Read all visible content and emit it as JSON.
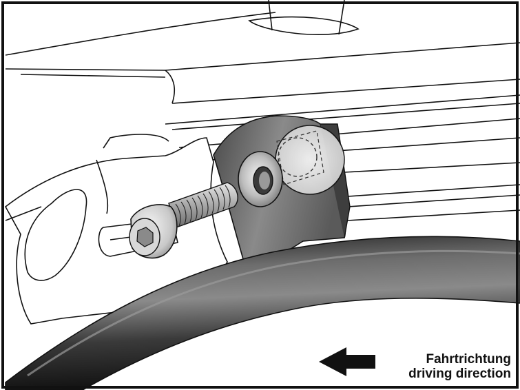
{
  "direction_label": {
    "german": "Fahrtrichtung",
    "english": "driving direction"
  },
  "arrow": {
    "direction": "left"
  },
  "colors": {
    "outline": "#111111",
    "background": "#ffffff",
    "bracket": "#6a6a6a",
    "tube": "#2b2b2b"
  }
}
